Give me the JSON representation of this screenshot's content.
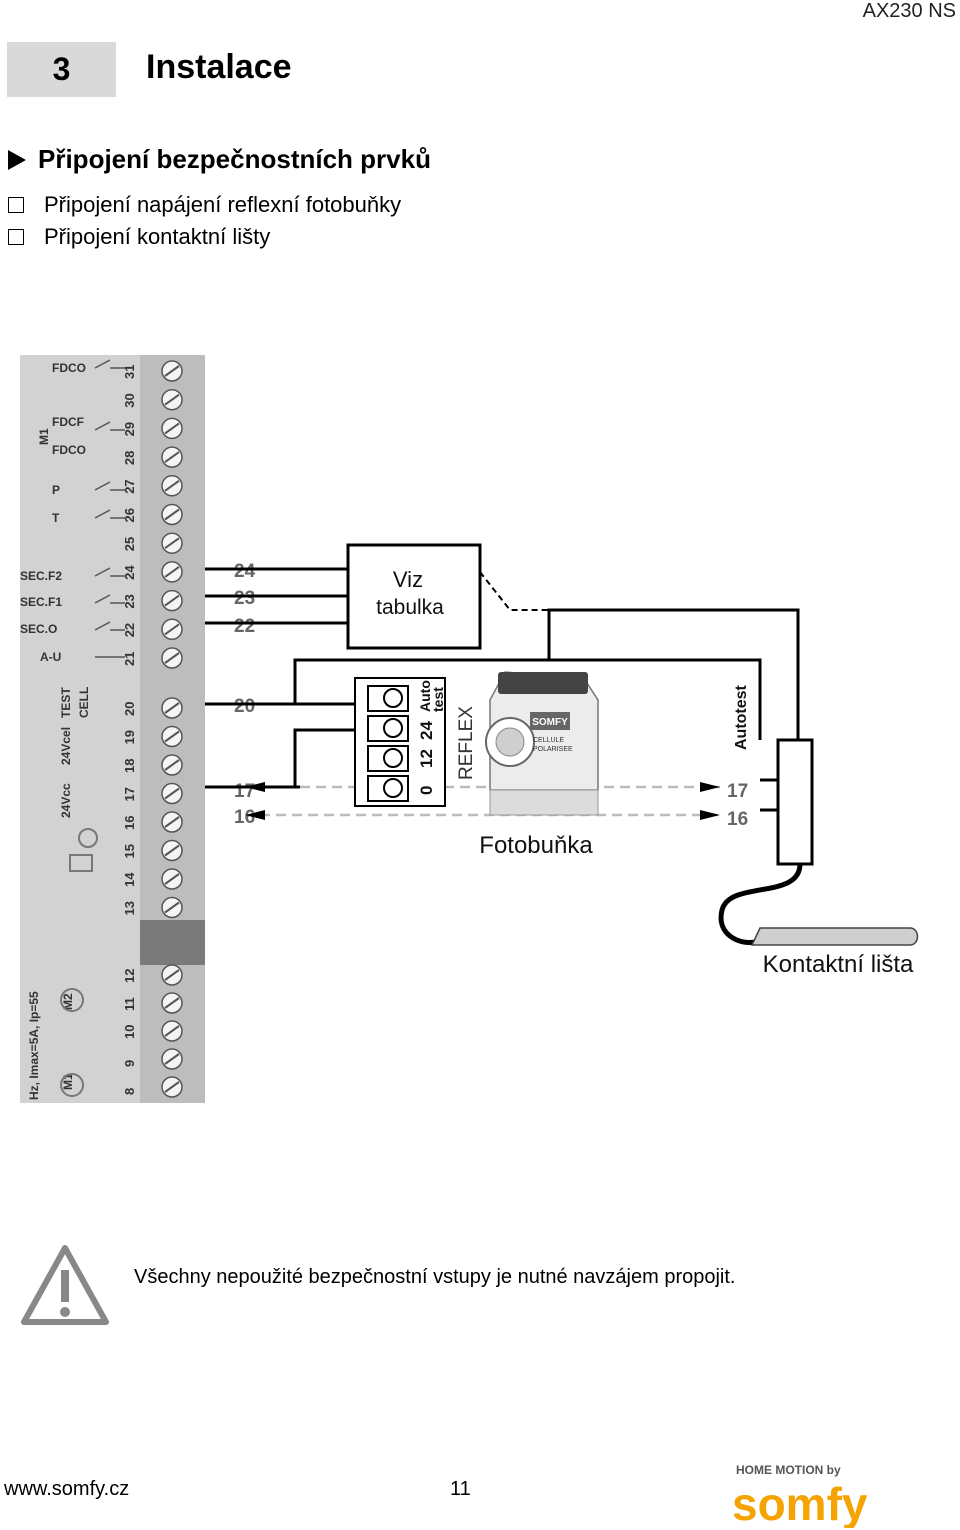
{
  "header": {
    "model": "AX230 NS"
  },
  "section": {
    "number": "3",
    "title": "Instalace"
  },
  "subheading": "Připojení bezpečnostních prvků",
  "items": [
    "Připojení napájení reflexní fotobuňky",
    "Připojení kontaktní lišty"
  ],
  "diagram": {
    "board_left_labels": [
      "FDCO",
      "FDCF",
      "FDCO",
      "P",
      "T",
      "SEC.F2",
      "SEC.F1",
      "SEC.O",
      "A-U",
      "M1"
    ],
    "board_bottom_labels": [
      "TEST",
      "CELL",
      "24Vcel",
      "24Vcc",
      "M2",
      "M1",
      "Hz, Imax=5A, Ip=55"
    ],
    "terminal_numbers": [
      "31",
      "30",
      "29",
      "28",
      "27",
      "26",
      "25",
      "24",
      "23",
      "22",
      "21",
      "20",
      "19",
      "18",
      "17",
      "16",
      "15",
      "14",
      "13",
      "12",
      "11",
      "10",
      "9",
      "8"
    ],
    "wire_labels": [
      "24",
      "23",
      "22",
      "20",
      "17",
      "16"
    ],
    "right_labels": [
      "17",
      "16"
    ],
    "box_text": [
      "Viz",
      "tabulka"
    ],
    "photocell_terminals": [
      "0",
      "12",
      "24",
      "Auto",
      "test"
    ],
    "reflex_label": "REFLEX",
    "somfy_device": [
      "SOMFY",
      "CELLULE",
      "POLARISEE"
    ],
    "photocell_caption": "Fotobuňka",
    "autotest_label": "Autotest",
    "edge_caption": "Kontaktní lišta"
  },
  "warning": {
    "text": "Všechny nepoužité bezpečnostní vstupy je nutné navzájem propojit."
  },
  "footer": {
    "url": "www.somfy.cz",
    "page": "11",
    "brand_tagline": "HOME MOTION by",
    "brand_name": "somfy"
  },
  "colors": {
    "brand_orange": "#f5a300",
    "section_box": "#d9d9d9"
  }
}
